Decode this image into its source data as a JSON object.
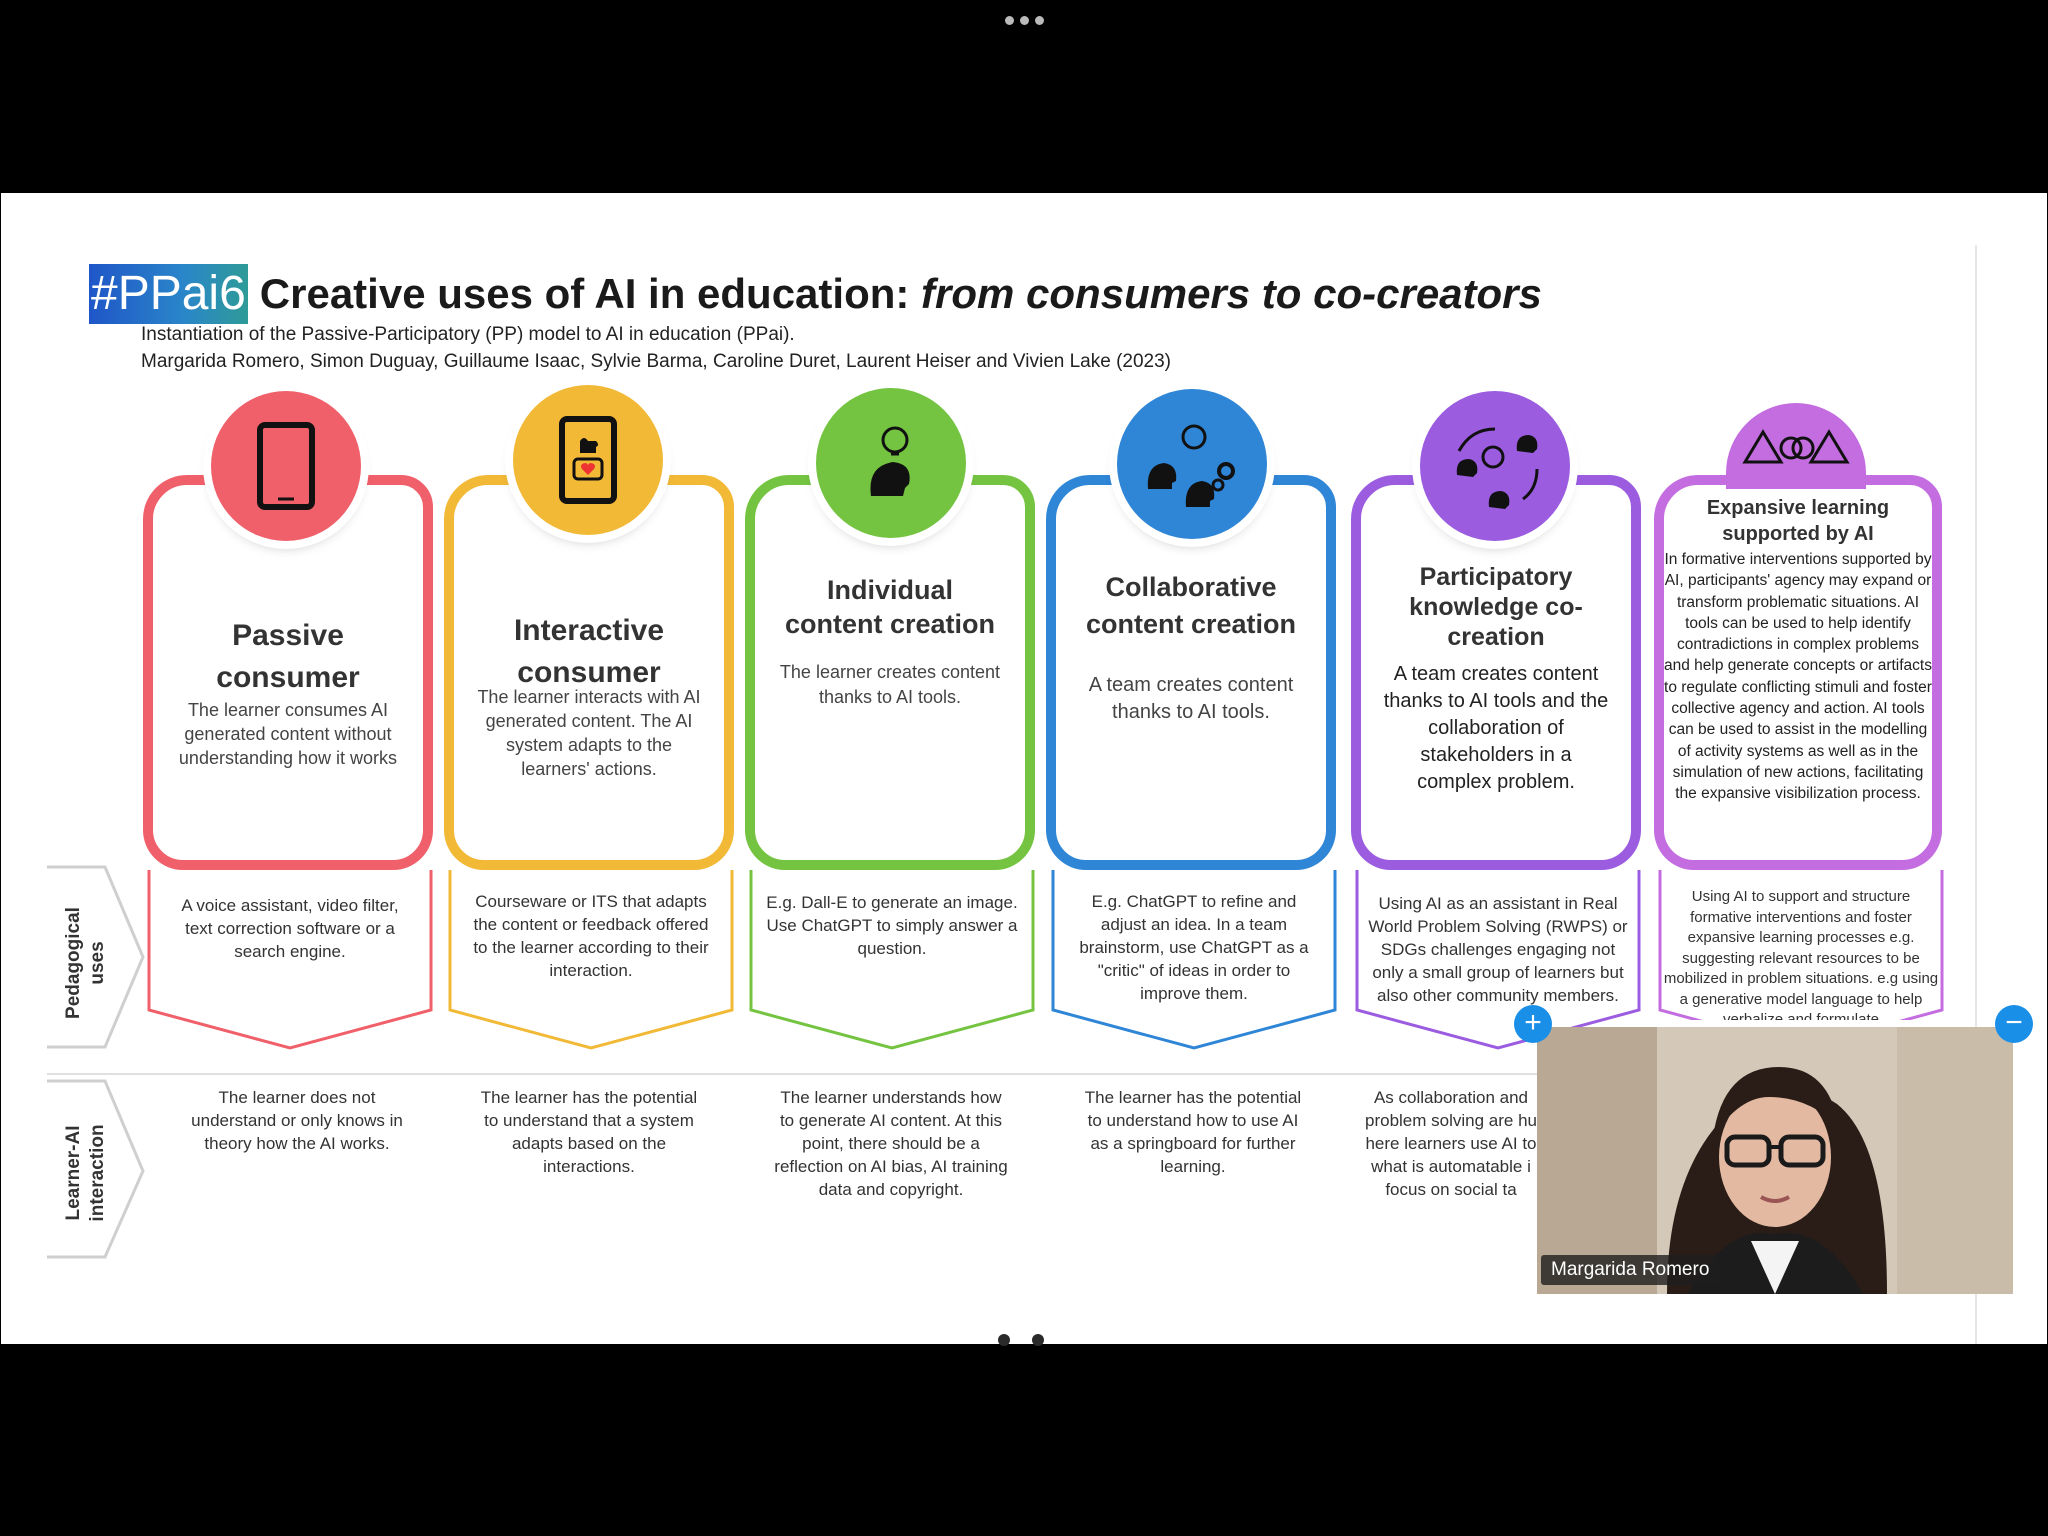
{
  "slide": {
    "tag": "#PPai6",
    "title_main": "Creative uses of AI in education: ",
    "title_italic": "from consumers to co-creators",
    "subtitle_line1": "Instantiation of the Passive-Participatory (PP) model to AI in education (PPai).",
    "subtitle_line2": "Margarida Romero, Simon Duguay, Guillaume Isaac, Sylvie Barma, Caroline Duret, Laurent Heiser and Vivien Lake (2023)",
    "side_labels": {
      "pedagogical_line1": "Pedagogical",
      "pedagogical_line2": "uses",
      "learner_ai_line1": "Learner-AI",
      "learner_ai_line2": "interaction"
    },
    "columns": [
      {
        "title_line1": "Passive",
        "title_line2": "consumer",
        "title_line3": "",
        "description": "The learner consumes AI generated content without understanding how it works",
        "pedagogical": "A voice assistant, video filter, text correction software or a search engine.",
        "learner_ai": "The learner does not understand or only knows in theory how the AI works.",
        "color": "#f0606a",
        "icon": "tablet-icon"
      },
      {
        "title_line1": "Interactive",
        "title_line2": "consumer",
        "title_line3": "",
        "description": "The learner interacts with AI generated content. The AI system adapts to the learners' actions.",
        "pedagogical": "Courseware or ITS that adapts the content or feedback offered to the learner according to their interaction.",
        "learner_ai": "The learner has the potential to understand that a system adapts based on the interactions.",
        "color": "#f2b937",
        "icon": "phone-like-icon"
      },
      {
        "title_line1": "Individual",
        "title_line2": "content creation",
        "title_line3": "",
        "description": "The learner creates content thanks to AI tools.",
        "pedagogical": "E.g. Dall-E to generate an image. Use ChatGPT to simply answer a question.",
        "learner_ai": "The learner understands how to generate AI content. At this point, there should be a reflection on AI bias, AI training data and copyright.",
        "color": "#74c441",
        "icon": "head-lightbulb-icon"
      },
      {
        "title_line1": "Collaborative",
        "title_line2": "content creation",
        "title_line3": "",
        "description": "A team creates content thanks to AI tools.",
        "pedagogical": "E.g. ChatGPT to refine and adjust an idea. In a team brainstorm, use ChatGPT as a \"critic\" of ideas in order to improve them.",
        "learner_ai": "The learner has the potential to understand how to use AI as a springboard for further learning.",
        "color": "#2f86d6",
        "icon": "team-lightbulb-icon"
      },
      {
        "title_line1": "Participatory",
        "title_line2": "knowledge co-",
        "title_line3": "creation",
        "description": "A team creates content thanks to AI tools and the collaboration of stakeholders in a complex problem.",
        "pedagogical": "Using AI as an assistant in Real World Problem Solving (RWPS) or SDGs challenges engaging not only a small group of learners but also  other community members.",
        "learner_ai_line1": "As collaboration and",
        "learner_ai_line2": "problem solving are hu",
        "learner_ai_line3": "here learners use AI to",
        "learner_ai_line4": "what is automatable i",
        "learner_ai_line5": "focus on social ta",
        "color": "#9b5ce0",
        "icon": "participatory-cycle-icon"
      },
      {
        "title_line1": "Expansive learning",
        "title_line2": "supported by AI",
        "title_line3": "",
        "description": "In formative interventions supported by AI, participants' agency may expand or transform problematic situations. AI tools can be used to help identify contradictions in complex problems and help generate concepts or artifacts to regulate conflicting stimuli and foster collective agency and action. AI tools can be used to assist in the modelling of activity systems as well as in the simulation of new actions, facilitating the expansive visibilization process.",
        "pedagogical": "Using AI to support and structure formative interventions and foster expansive learning processes e.g. suggesting relevant resources to be mobilized in problem situations. e.g using a generative model language to help verbalize and formulate",
        "color": "#c36de0",
        "icon": "triangles-icon"
      }
    ]
  },
  "video": {
    "participant_name": "Margarida Romero",
    "plus_label": "+",
    "minus_label": "−"
  }
}
